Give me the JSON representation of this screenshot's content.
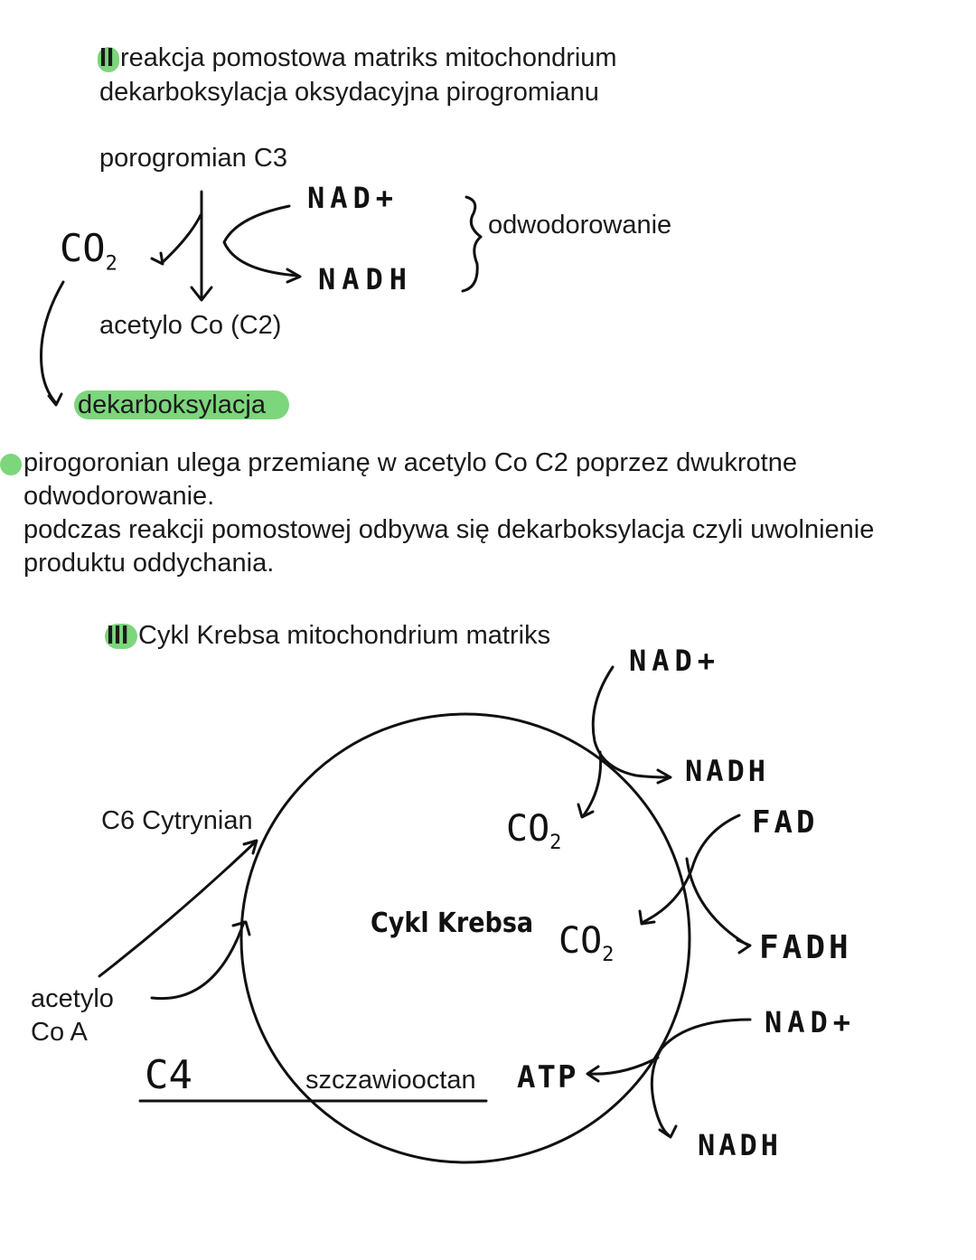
{
  "colors": {
    "highlight": "#7cd67c",
    "ink": "#111111"
  },
  "section2": {
    "marker": "II",
    "title_rest": "reakcja pomostowa matriks mitochondrium",
    "subtitle": "dekarboksylacja oksydacyjna pirogromianu",
    "substrate": "porogromian C3",
    "nad_plus": "NAD+",
    "nadh": "NADH",
    "co2": "CO",
    "co2_sub": "2",
    "brace_label": "odwodorowanie",
    "product": "acetylo Co (C2)",
    "decarb_label": "dekarboksylacja",
    "note_line1": "pirogoronian ulega przemianę w acetylo Co C2 poprzez dwukrotne",
    "note_line2": "odwodorowanie.",
    "note_line3": "podczas reakcji pomostowej odbywa się dekarboksylacja czyli uwolnienie",
    "note_line4": "produktu oddychania."
  },
  "section3": {
    "marker": "III",
    "title_rest": "Cykl Krebsa mitochondrium matriks",
    "cycle_label": "Cykl Krebsa",
    "citrate": "C6  Cytrynian",
    "acetyl_line1": "acetylo",
    "acetyl_line2": "Co A",
    "c4": "C4",
    "oxaloacetate": "szczawiooctan",
    "co2_a": "CO",
    "co2_a_sub": "2",
    "co2_b": "CO",
    "co2_b_sub": "2",
    "nad_plus_1": "NAD+",
    "nadh_1": "NADH",
    "fad": "FAD",
    "fadh": "FADH",
    "nad_plus_2": "NAD+",
    "nadh_2": "NADH",
    "atp": "ATP"
  }
}
